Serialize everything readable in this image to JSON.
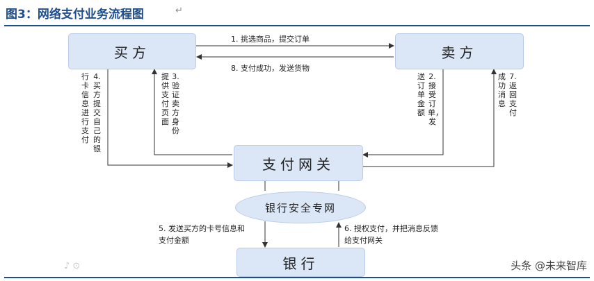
{
  "title": "图3：网络支付业务流程图",
  "nodes": {
    "buyer": "买方",
    "seller": "卖方",
    "gateway": "支付网关",
    "bank_network": "银行安全专网",
    "bank": "银行"
  },
  "edges": {
    "e1": "1. 挑选商品，提交订单",
    "e8": "8. 支付成功，发送货物",
    "e4": [
      "4. 买方提交自己的银",
      "行卡信息进行支付"
    ],
    "e3": [
      "3. 验证卖方身份",
      "提供支付页面"
    ],
    "e2": [
      "2. 接受订单，发",
      "送订单金额"
    ],
    "e7": [
      "7. 返回支付",
      "成功消息"
    ],
    "e5": [
      "5. 发送买方的卡号信息和",
      "支付金额"
    ],
    "e6": [
      "6. 授权支付，并把消息反馈",
      "给支付网关"
    ]
  },
  "watermark": "头条 @未来智库"
}
